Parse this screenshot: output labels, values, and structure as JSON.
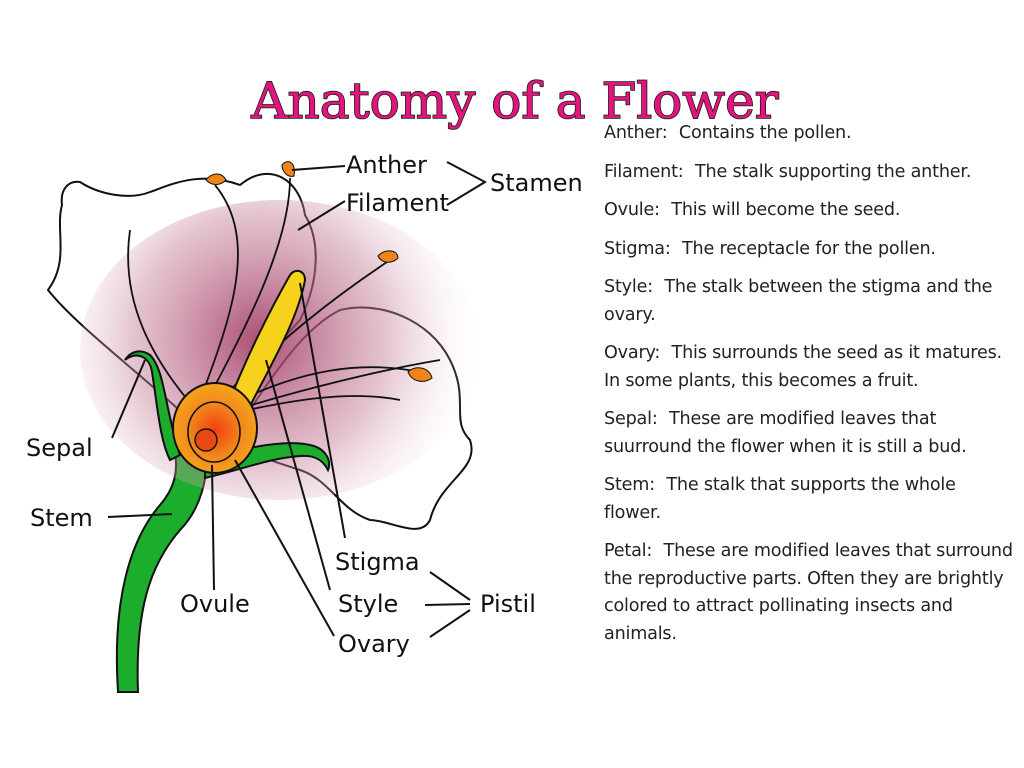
{
  "title": "Anatomy of a Flower",
  "colors": {
    "title_fill": "#e3147d",
    "title_outline": "#1a1a1a",
    "stem_green": "#1cad2c",
    "ovary_orange": "#f28a1c",
    "style_yellow": "#f7d21c",
    "anther_orange": "#f0831a",
    "petal_tint": "#a23a63"
  },
  "labels": {
    "anther": "Anther",
    "filament": "Filament",
    "stamen": "Stamen",
    "sepal": "Sepal",
    "stem": "Stem",
    "ovule": "Ovule",
    "stigma": "Stigma",
    "style": "Style",
    "ovary": "Ovary",
    "pistil": "Pistil"
  },
  "definitions": [
    {
      "term": "Anther:",
      "text": "Contains the pollen."
    },
    {
      "term": "Filament:",
      "text": "The stalk supporting the anther."
    },
    {
      "term": "Ovule:",
      "text": "This will become the seed."
    },
    {
      "term": "Stigma:",
      "text": "The receptacle for the pollen."
    },
    {
      "term": "Style:",
      "text": "The stalk between the stigma and the ovary."
    },
    {
      "term": "Ovary:",
      "text": "This surrounds the seed as it matures. In some plants, this becomes a fruit."
    },
    {
      "term": "Sepal:",
      "text": "These are modified leaves that suurround the flower when it is still a bud."
    },
    {
      "term": "Stem:",
      "text": "The stalk that supports the whole flower."
    },
    {
      "term": "Petal:",
      "text": "These are modified leaves that surround the reproductive parts. Often they are brightly colored to attract pollinating insects and animals."
    }
  ]
}
